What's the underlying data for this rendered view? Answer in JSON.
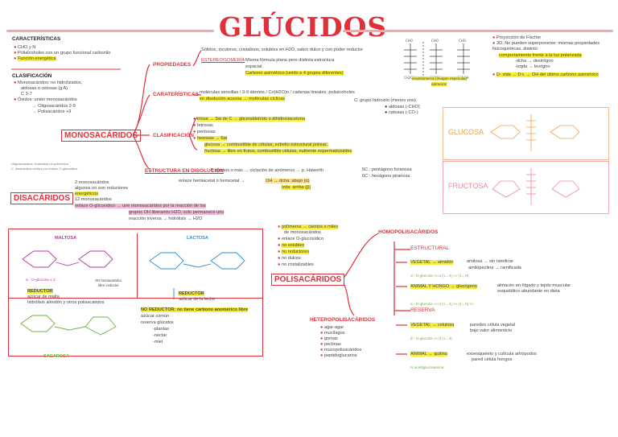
{
  "title": "GLÚCIDOS",
  "left": {
    "caracteristicas_title": "CARACTERÍSTICAS",
    "caracteristicas": [
      "CHO y N",
      "Polialcoholes con un grupo funcional carbonilo",
      "Función energética"
    ],
    "clasificacion_title": "CLASIFICACIÓN",
    "clasificacion": [
      "Monosacáridos: no hidrolizados,",
      "aldosas o cetosas (g A)",
      "C 3-7",
      "Ósidos: unión monosacáridos",
      "Oligosacáridos 2-9",
      "Polisacáridos +9"
    ],
    "note1": "Oligosacáridos: Holosidos no polimérico",
    "note2": "C. disacáridos unidos por enlace O-glicosídico"
  },
  "mono": {
    "label": "MONOSACÁRIDOS",
    "propiedades_label": "PROPIEDADES",
    "propiedades_text": "Sólidos, incoloros, cristalinos, solubles en H2O, sabor dulce y con poder reductor",
    "estereo_label": "ESTEREOISOMERÍA",
    "estereo": [
      "Misma fórmula plana pero distinta estructura",
      "espacial",
      "Carbono asimétrico (unido a 4 grupos diferentes)"
    ],
    "caracteristicas_label": "CARATERÍSTICAS",
    "caracteristicas": [
      "moléculas sencillas / 3-9 átomos / Cn(H2O)n / cadenas lineales, polialcoholes",
      "en disolución acuosa → moléculas cíclicas"
    ],
    "grupo": [
      "C: grupo hidroxilo (menos uno)",
      "aldosas (-CHO)",
      "cetosas (-CO-)"
    ],
    "clasificacion_label": "CLASIFICACIÓN",
    "clasificacion": [
      "triosa → 3at de C → gliceraldehído o dihidroxiacetona",
      "tetrosas",
      "pentosas",
      "hexosas → 6at",
      "glucosa → combustible de células, esbelto estructural polisac.",
      "fructosa → libre en frutos, combustible células, nutriente espermatozoides"
    ],
    "estructura_label": "ESTRUCTURA EN DISOLUCIÓN",
    "estructura": [
      "5 átomos o más → ciclación de anómeros → p. Haworth",
      "5C : pentágono furanosa",
      "6C : hexágono piranosa",
      "enlace hemiacetal o hemicetal →",
      "OH → dcha: abajo (α)",
      "izda: arriba (β)"
    ]
  },
  "fischer": {
    "items": [
      "Proyección de Fischer",
      "3D: No pueden superponerse: mismas propiedades fisicoquímicas, distinto",
      "comportamiento frente a la luz polarizada",
      "-dcha → dextrógiro",
      "-izqda → levógiro",
      "D- vida → D-L → OH del último carbono asimétrico"
    ],
    "labels": [
      "enantiómeros (imagen especular)",
      "epímeros"
    ]
  },
  "haworth": {
    "glucosa": "GLUCOSA",
    "fructosa": "FRUCTOSA"
  },
  "disa": {
    "label": "DISACÁRIDOS",
    "items": [
      "2 monosacáridos",
      "algunos no son reductores",
      "energéticos",
      "12 monosacáridos",
      "enlace O-glicosídico → une monosacáridos por la reacción de los",
      "grupos OH liberando H2O, solo permanece uno",
      "reacción inversa → hidrólisis → H2O"
    ],
    "maltosa": "MALTOSA",
    "maltosa_sub": "α - O-glucosa x 2",
    "maltosa_oh": "OH hemiacetálico",
    "maltosa_oh2": "libre: reductor",
    "reductor1": "REDUCTOR",
    "maltosa_desc": [
      "azúcar de malta",
      "hidrólisis almidón y otros polisacáridos"
    ],
    "lactosa": "LACTOSA",
    "lactosa_desc": [
      "REDUCTOR",
      "azúcar de la leche"
    ],
    "sacarosa": "SACAROSA",
    "sacarosa_desc": [
      "NO REDUCTOR: no tiene carbono anomérico libre",
      "azúcar común",
      "reserva glúcidos",
      "-plantas",
      "-néctar",
      "-miel"
    ]
  },
  "poli": {
    "label": "POLISACÁRIDOS",
    "items": [
      "polímeros → cientos o miles",
      "de monosacáridos",
      "enlace O-glucosídico",
      "no solubles",
      "no reductores",
      "no dulces",
      "no cristalizables"
    ],
    "homo_label": "HOMOPOLISACÁRIDOS",
    "estructural": "ESTRUCTURAL",
    "vegetal1": "VEGETAL → almidón",
    "almidon": [
      "amilosa → sin ramificar",
      "amilopectina → ramificada"
    ],
    "animal1": "ANIMAL Y HONGO → glucógeno",
    "glucogeno": [
      "almacén en hígado y tejido muscular",
      "esquelético abundante en dieta"
    ],
    "reserva": "RESERVA",
    "vegetal2": "VEGETAL → celulosa",
    "celulosa": [
      "paredes célula vegetal",
      "bajo valor alimenticio"
    ],
    "animal2": "ANIMAL → quitina",
    "quitina": [
      "exoesqueleto y cutícula artrópodos",
      "pared célula hongos"
    ],
    "hetero_label": "HETEROPOLISACÁRIDOS",
    "hetero": [
      "agar-agar",
      "mucílagos",
      "gomas",
      "pectinas",
      "mucopolisacáridos",
      "peptidoglucanos"
    ]
  }
}
